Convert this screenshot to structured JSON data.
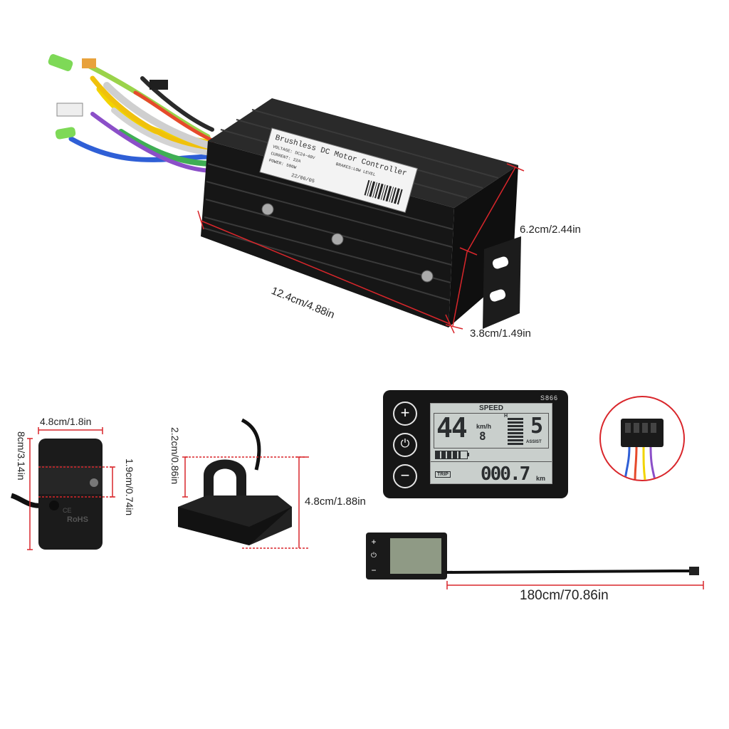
{
  "controller": {
    "label_title": "Brushless DC Motor Controller",
    "label_voltage": "VOLTAGE: DC24~48V",
    "label_voltage_extra": "BRAKES:LOW LEVEL",
    "label_current": "CURRENT: 22A",
    "label_power": "POWER: 500W",
    "label_date": "22/06/05",
    "dim_length": "12.4cm/4.88in",
    "dim_height": "6.2cm/2.44in",
    "dim_depth": "3.8cm/1.49in"
  },
  "button_unit": {
    "dim_width": "4.8cm/1.8in",
    "dim_height": "8cm/3.14in",
    "dim_clamp": "1.9cm/0.74in",
    "mark_ce": "CE",
    "mark_rohs": "RoHS"
  },
  "mount": {
    "dim_ring": "2.2cm/0.86in",
    "dim_height": "4.8cm/1.88in"
  },
  "display": {
    "model": "S866",
    "speed_label": "SPEED",
    "speed_value": "44",
    "speed_decimal": "8",
    "speed_unit": "km/h",
    "level_marker": "H",
    "assist_level": "5",
    "assist_label": "ASSIST",
    "trip_label": "TRIP",
    "trip_value": "000.7",
    "trip_unit": "km",
    "battery_level": 0.8,
    "btn_plus": "+",
    "btn_minus": "−",
    "btn_power": "⏻"
  },
  "small_display": {
    "btn_plus": "+",
    "btn_power": "⏻",
    "btn_minus": "−"
  },
  "cable": {
    "dim_length": "180cm/70.86in"
  },
  "colors": {
    "dimension_line": "#d9262b",
    "case_black": "#1a1a1a",
    "lcd_background": "#c9cfcc",
    "lcd_segment": "#2b2e30"
  }
}
